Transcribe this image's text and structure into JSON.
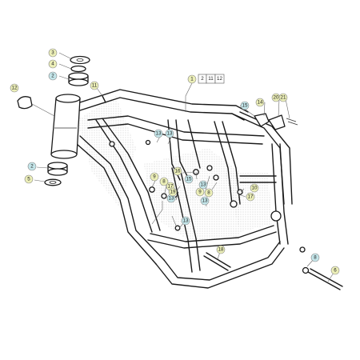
{
  "colors": {
    "callout_yellow": "#ecefb8",
    "callout_cyan": "#c4e6ea",
    "line": "#1a1a1a",
    "background": "#ffffff"
  },
  "assembly_ref": {
    "main_label": "1",
    "boxes": [
      "2",
      "11",
      "12"
    ]
  },
  "callouts": [
    {
      "id": "c3",
      "label": "3",
      "color": "yellow"
    },
    {
      "id": "c4",
      "label": "4",
      "color": "yellow"
    },
    {
      "id": "c2a",
      "label": "2",
      "color": "cyan"
    },
    {
      "id": "c12",
      "label": "12",
      "color": "yellow"
    },
    {
      "id": "c11",
      "label": "11",
      "color": "yellow"
    },
    {
      "id": "c1",
      "label": "1",
      "color": "yellow"
    },
    {
      "id": "c15a",
      "label": "15",
      "color": "cyan"
    },
    {
      "id": "c14",
      "label": "14",
      "color": "yellow"
    },
    {
      "id": "c20",
      "label": "20",
      "color": "yellow"
    },
    {
      "id": "c21",
      "label": "21",
      "color": "yellow"
    },
    {
      "id": "c13a",
      "label": "13",
      "color": "cyan"
    },
    {
      "id": "c13b",
      "label": "13",
      "color": "cyan"
    },
    {
      "id": "c2b",
      "label": "2",
      "color": "cyan"
    },
    {
      "id": "c5",
      "label": "5",
      "color": "yellow"
    },
    {
      "id": "c16",
      "label": "16",
      "color": "yellow"
    },
    {
      "id": "c9a",
      "label": "9",
      "color": "yellow"
    },
    {
      "id": "c8a",
      "label": "8",
      "color": "yellow"
    },
    {
      "id": "c13c",
      "label": "13",
      "color": "cyan"
    },
    {
      "id": "c15b",
      "label": "15",
      "color": "cyan"
    },
    {
      "id": "c13d",
      "label": "13",
      "color": "cyan"
    },
    {
      "id": "c9b",
      "label": "9",
      "color": "yellow"
    },
    {
      "id": "c8b",
      "label": "8",
      "color": "yellow"
    },
    {
      "id": "c17a",
      "label": "17",
      "color": "yellow"
    },
    {
      "id": "c19",
      "label": "19",
      "color": "yellow"
    },
    {
      "id": "c13e",
      "label": "13",
      "color": "cyan"
    },
    {
      "id": "c10",
      "label": "10",
      "color": "yellow"
    },
    {
      "id": "c17b",
      "label": "17",
      "color": "yellow"
    },
    {
      "id": "c13f",
      "label": "13",
      "color": "cyan"
    },
    {
      "id": "c18",
      "label": "18",
      "color": "yellow"
    },
    {
      "id": "c8c",
      "label": "8",
      "color": "cyan"
    },
    {
      "id": "c6",
      "label": "6",
      "color": "yellow"
    }
  ]
}
